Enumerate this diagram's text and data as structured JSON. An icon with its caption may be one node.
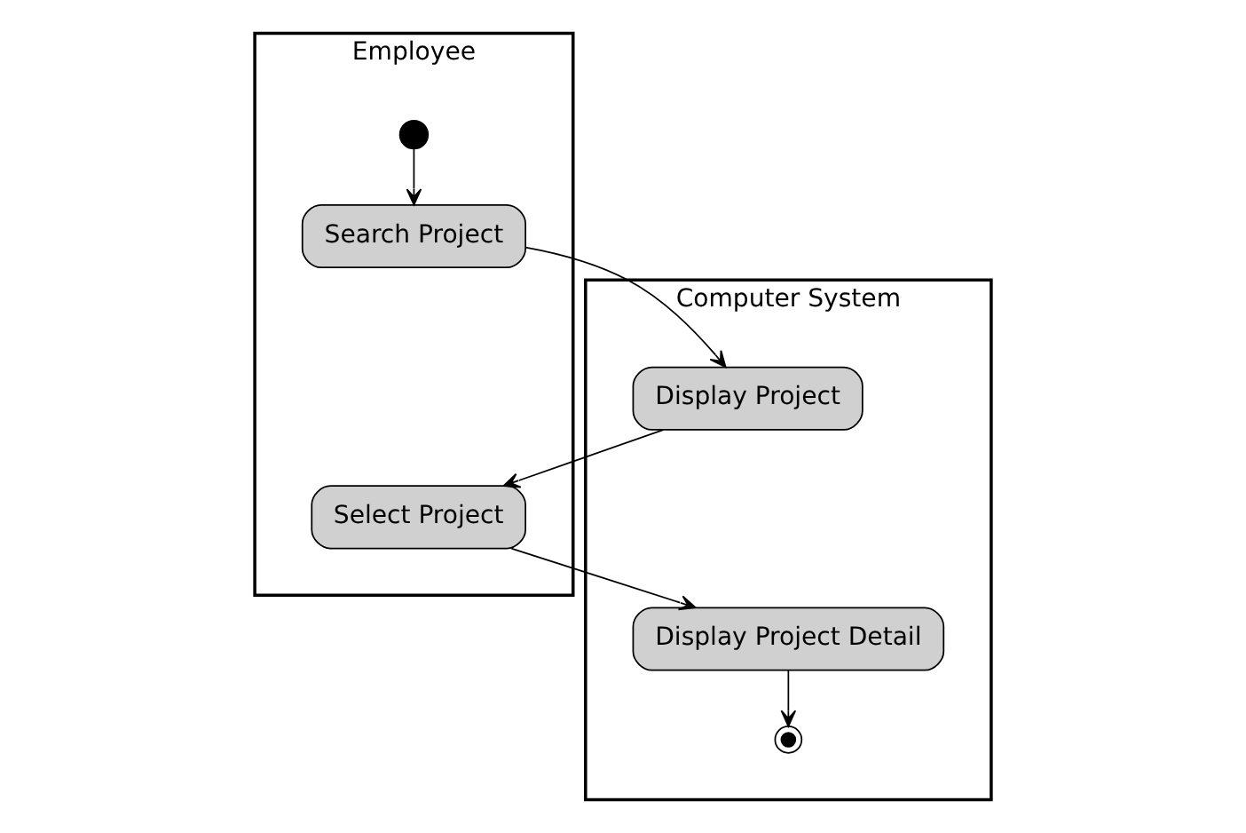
{
  "diagram": {
    "nodes": [
      {
        "text": [
          "Employee"
        ]
      },
      {
        "text": [
          "Computer System"
        ]
      },
      {
        "text": [],
        "shape": "circle",
        "in": 0
      },
      {
        "text": [
          "Search Project"
        ],
        "in": 0
      },
      {
        "text": [
          "Display Project"
        ],
        "in": 1
      },
      {
        "text": [
          "Select Project"
        ],
        "in": 0
      },
      {
        "text": [
          "Display Project Detail"
        ],
        "in": 1
      },
      {
        "text": [],
        "shape": "circle",
        "in": 1
      }
    ],
    "edges": [
      {
        "from": 2,
        "to": 3,
        "arrow": "to"
      },
      {
        "from": 3,
        "to": 4,
        "arrow": "to"
      },
      {
        "from": 4,
        "to": 5,
        "arrow": "to"
      },
      {
        "from": 5,
        "to": 6,
        "arrow": "to"
      },
      {
        "from": 6,
        "to": 7,
        "arrow": "to"
      }
    ]
  }
}
